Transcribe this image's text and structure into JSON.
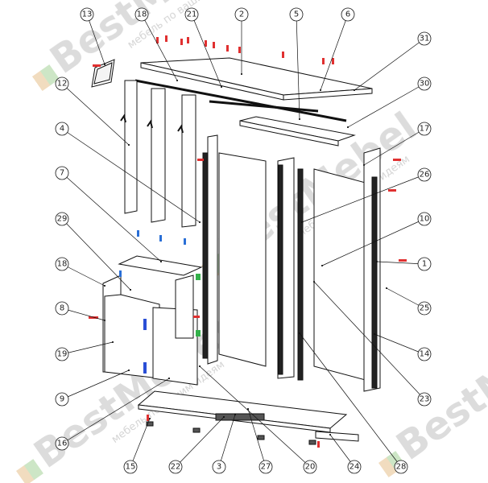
{
  "watermark": {
    "brand": "BestMebel",
    "slogan": "мебель по вашим идеям"
  },
  "callouts": [
    {
      "label": "13"
    },
    {
      "label": "18"
    },
    {
      "label": "21"
    },
    {
      "label": "2"
    },
    {
      "label": "5"
    },
    {
      "label": "6"
    },
    {
      "label": "31"
    },
    {
      "label": "12"
    },
    {
      "label": "30"
    },
    {
      "label": "4"
    },
    {
      "label": "17"
    },
    {
      "label": "26"
    },
    {
      "label": "7"
    },
    {
      "label": "10"
    },
    {
      "label": "29"
    },
    {
      "label": "1"
    },
    {
      "label": "18"
    },
    {
      "label": "25"
    },
    {
      "label": "8"
    },
    {
      "label": "14"
    },
    {
      "label": "19"
    },
    {
      "label": "23"
    },
    {
      "label": "9"
    },
    {
      "label": "16"
    },
    {
      "label": "15"
    },
    {
      "label": "22"
    },
    {
      "label": "3"
    },
    {
      "label": "27"
    },
    {
      "label": "20"
    },
    {
      "label": "24"
    },
    {
      "label": "28"
    }
  ],
  "colors": {
    "line": "#111111",
    "panel": "#ffffff",
    "edge": "#1a1a1a",
    "screw": "#e03030",
    "dowel": "#2a6fd6",
    "hinge": "#33b14a",
    "watermark_logo": [
      "#e8c8a0",
      "#a8d8a0",
      "#e0a0a0"
    ]
  }
}
